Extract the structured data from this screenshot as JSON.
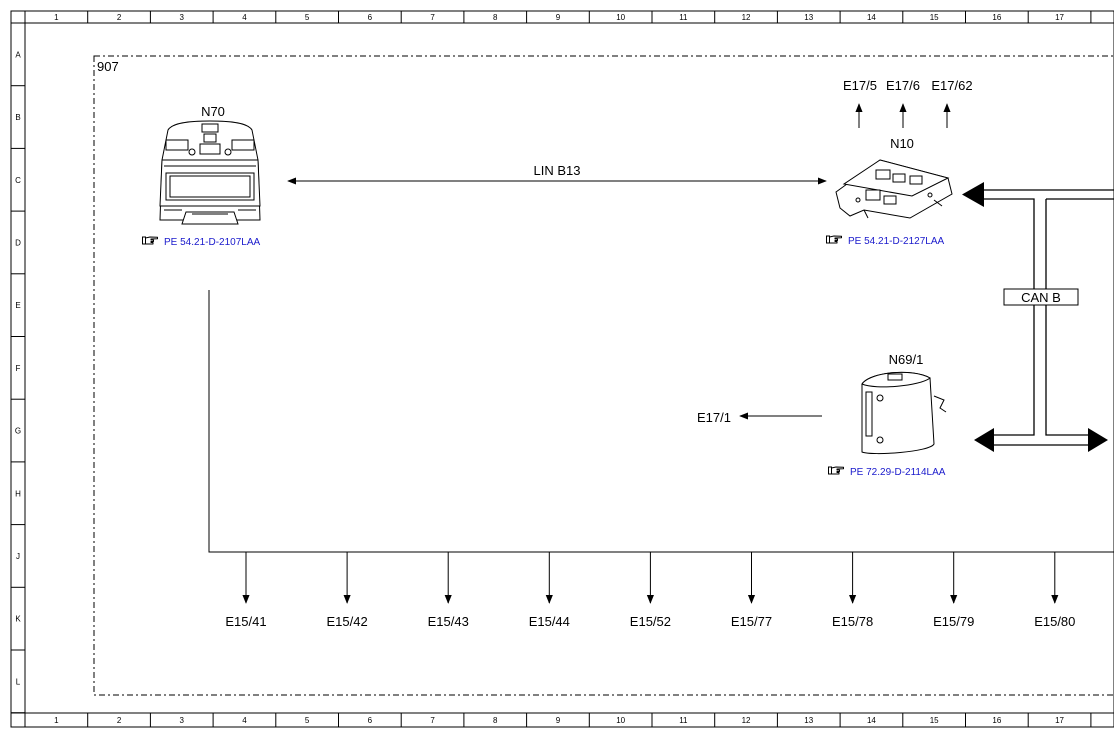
{
  "frame": {
    "columns": [
      "1",
      "2",
      "3",
      "4",
      "5",
      "6",
      "7",
      "8",
      "9",
      "10",
      "11",
      "12",
      "13",
      "14",
      "15",
      "16",
      "17"
    ],
    "rows": [
      "A",
      "B",
      "C",
      "D",
      "E",
      "F",
      "G",
      "H",
      "J",
      "K",
      "L"
    ]
  },
  "area_label": "907",
  "components": {
    "n70": {
      "name": "N70",
      "ref": "PE 54.21-D-2107LAA"
    },
    "n10": {
      "name": "N10",
      "ref": "PE 54.21-D-2127LAA"
    },
    "n69_1": {
      "name": "N69/1",
      "ref": "PE 72.29-D-2114LAA"
    }
  },
  "bus": {
    "lin_label": "LIN B13",
    "can_label": "CAN B"
  },
  "signals_top": [
    "E17/5",
    "E17/6",
    "E17/62"
  ],
  "signal_left": "E17/1",
  "signals_bottom": [
    "E15/41",
    "E15/42",
    "E15/43",
    "E15/44",
    "E15/52",
    "E15/77",
    "E15/78",
    "E15/79",
    "E15/80"
  ],
  "ref_icon": "pointing-hand-icon"
}
